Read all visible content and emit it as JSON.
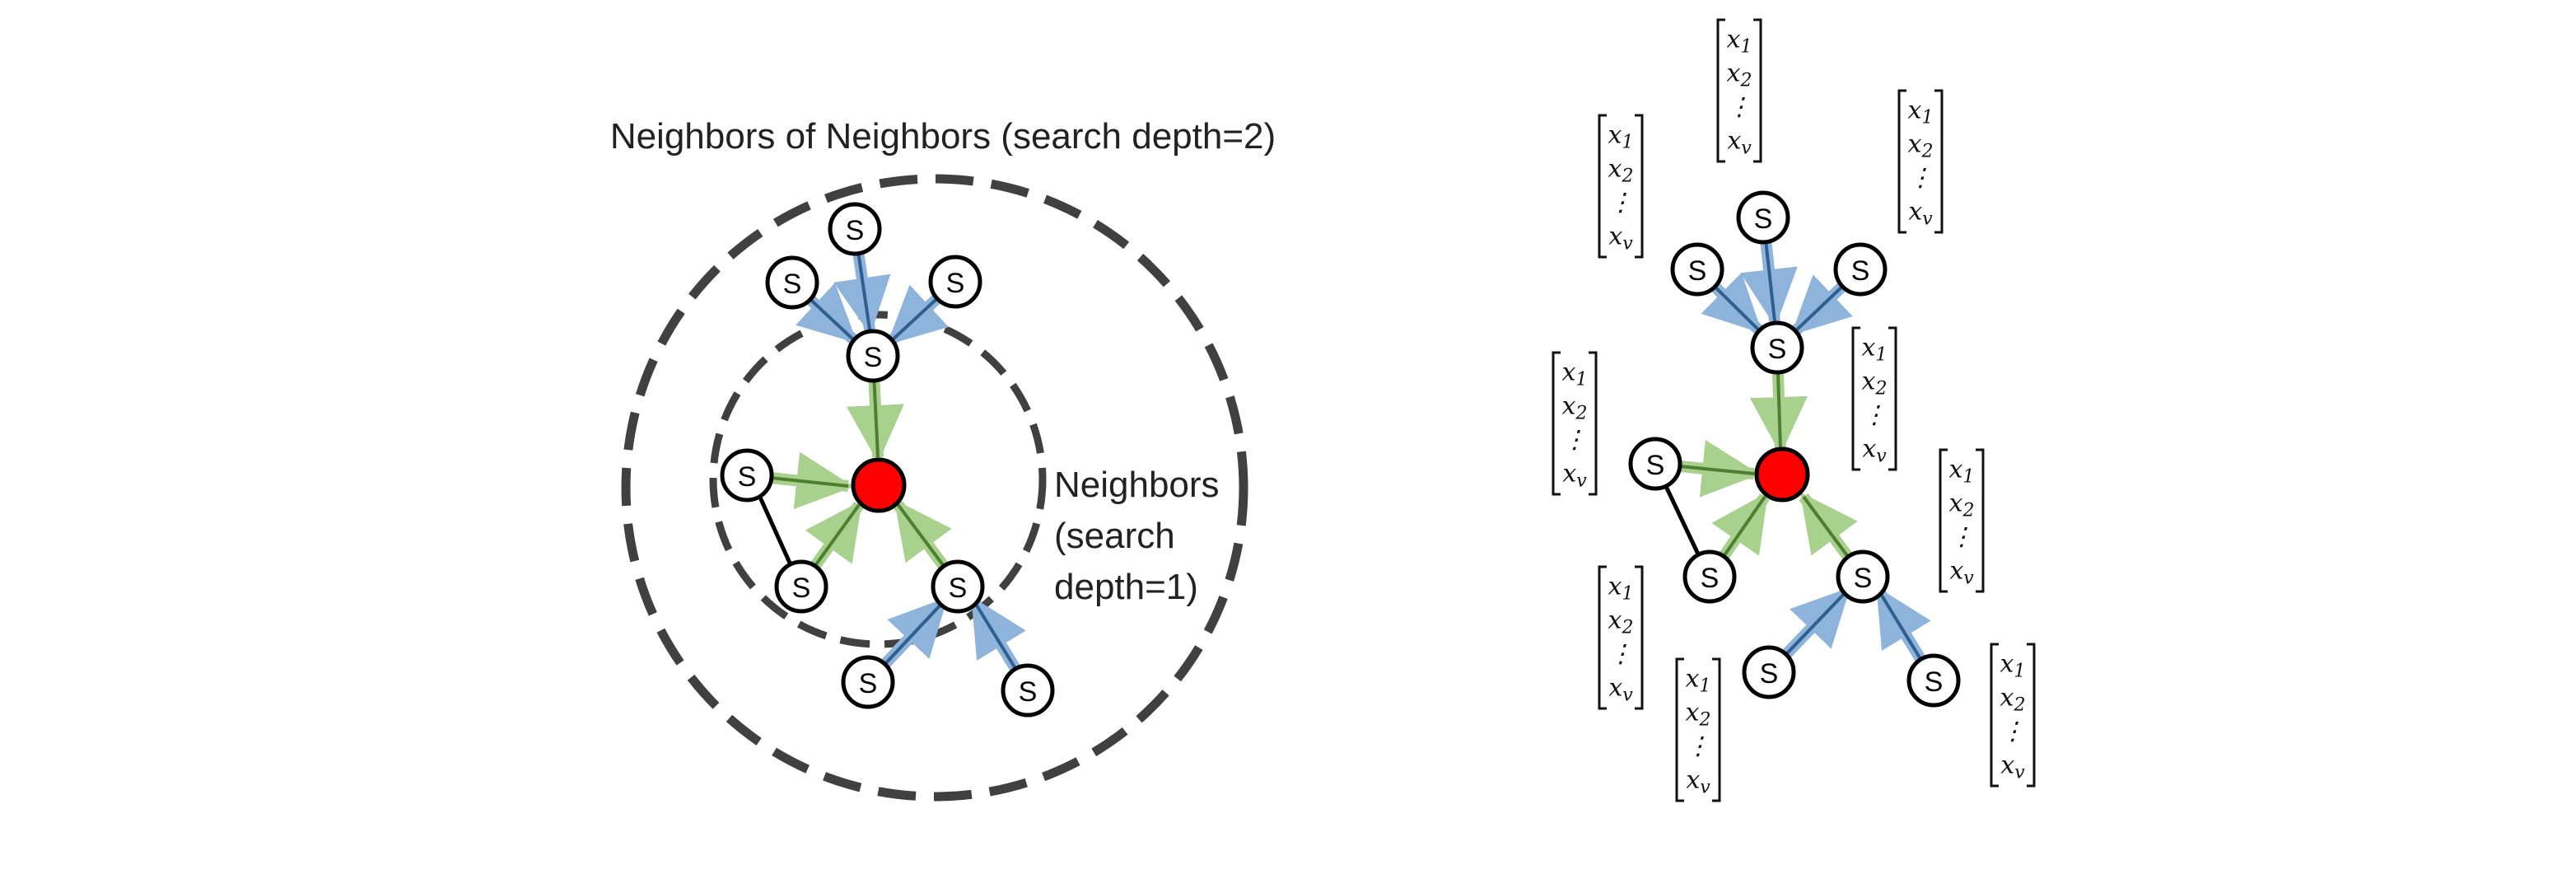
{
  "left_panel": {
    "outer_label": "Neighbors of Neighbors (search depth=2)",
    "inner_label_lines": [
      "Neighbors",
      "(search",
      "depth=1)"
    ],
    "node_label": "S"
  },
  "right_panel": {
    "node_label": "S",
    "feature_vector": [
      "x1",
      "x2",
      "⋮",
      "xv"
    ]
  },
  "colors": {
    "target": "#ff0000",
    "depth1_edge": "#70a845",
    "depth2_edge": "#3d78b0",
    "plain_edge": "#000000",
    "circle_dash": "#404040"
  }
}
